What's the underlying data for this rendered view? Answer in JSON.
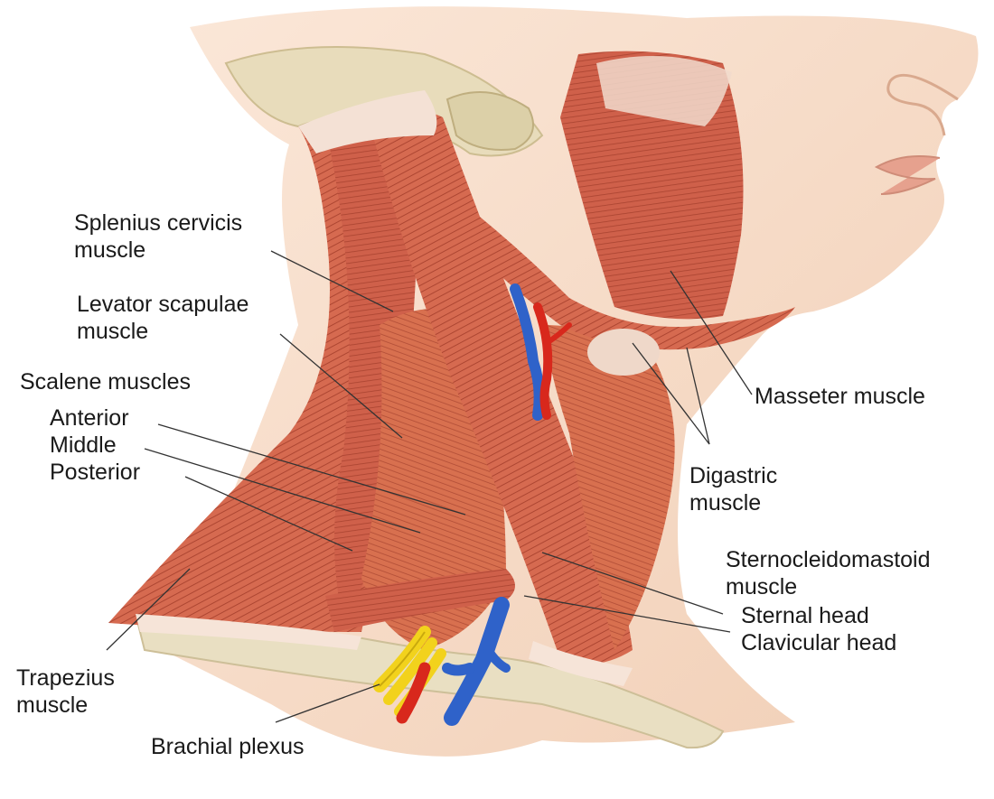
{
  "labels": {
    "splenius": {
      "line1": "Splenius cervicis",
      "line2": "muscle"
    },
    "levator": {
      "line1": "Levator scapulae",
      "line2": "muscle"
    },
    "scalene": "Scalene muscles",
    "anterior": "Anterior",
    "middle": "Middle",
    "posterior": "Posterior",
    "trapezius": {
      "line1": "Trapezius",
      "line2": "muscle"
    },
    "brachial": "Brachial plexus",
    "masseter": "Masseter muscle",
    "digastric": {
      "line1": "Digastric",
      "line2": "muscle"
    },
    "scm": {
      "line1": "Sternocleidomastoid",
      "line2": "muscle"
    },
    "sternal": "Sternal head",
    "clavicular": "Clavicular head"
  },
  "colors": {
    "muscle": "#d4654b",
    "muscle_dark": "#b04a36",
    "tendon": "#f3ddd0",
    "skin": "#f6dcc8",
    "bone": "#e7ddc0",
    "artery": "#d8281c",
    "vein": "#2f62c9",
    "nerve": "#f2d21c",
    "leader": "#333333"
  }
}
